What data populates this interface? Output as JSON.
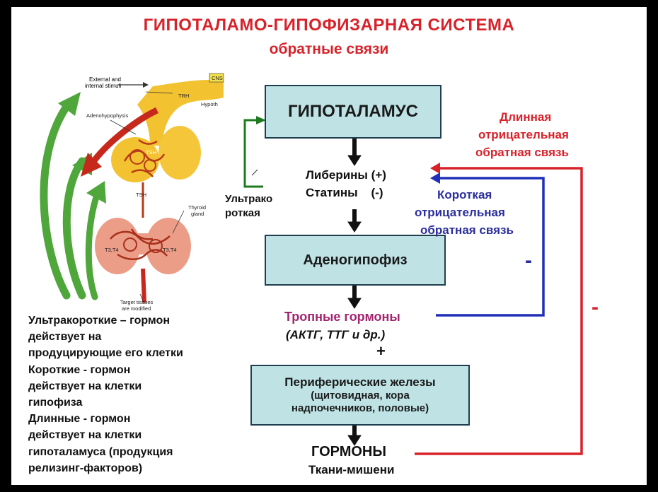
{
  "title": "ГИПОТАЛАМО-ГИПОФИЗАРНАЯ СИСТЕМА",
  "subtitle": "обратные связи",
  "boxes": {
    "hypothalamus": "ГИПОТАЛАМУС",
    "adenohypophysis": "Аденогипофиз",
    "peripheral_title": "Периферические железы",
    "peripheral_sub1": "(щитовидная, кора",
    "peripheral_sub2": "надпочечников, половые)"
  },
  "labels": {
    "liberins": "Либерины (+)",
    "statins": "Статины    (-)",
    "tropic_hormones": "Тропные гормоны",
    "tropic_examples": "(АКТГ, ТТГ и др.)",
    "plus": "+",
    "hormones": "ГОРМОНЫ",
    "target_tissues": "Ткани-мишени",
    "ultrashort_line1": "Ультрако",
    "ultrashort_line2": "роткая",
    "long_line1": "Длинная",
    "long_line2": "отрицательная",
    "long_line3": "обратная связь",
    "short_line1": "Короткая",
    "short_line2": "отрицательная",
    "short_line3": "обратная связь",
    "minus_short": "-",
    "minus_long": "-"
  },
  "legend": [
    "Ультракороткие – гормон",
    "действует на",
    "продуцирующие его клетки",
    "Короткие -  гормон",
    "действует на клетки",
    "гипофиза",
    "Длинные - гормон",
    "действует на клетки",
    "гипоталамуса (продукция",
    "релизинг-факторов)"
  ],
  "figure_labels": {
    "stimuli": "External and internal stimuli",
    "cns": "CNS",
    "trh_top": "TRH",
    "hypothalamus": "Hypoth",
    "adenohypophysis": "Adenohypophysis",
    "tsh_a": "TSH",
    "tsh_b": "TSH",
    "thyroid": "Thyroid gland",
    "t3t4_left": "T3,T4",
    "t3t4_right": "T3,T4",
    "target": "Target tissues are modified"
  },
  "colors": {
    "title": "#d8222a",
    "box_fill": "#bfe3e5",
    "long_feedback": "#d8222a",
    "short_feedback": "#1f2fb8",
    "ultrashort_feedback": "#1e7a1e",
    "tropic": "#a3246f"
  }
}
